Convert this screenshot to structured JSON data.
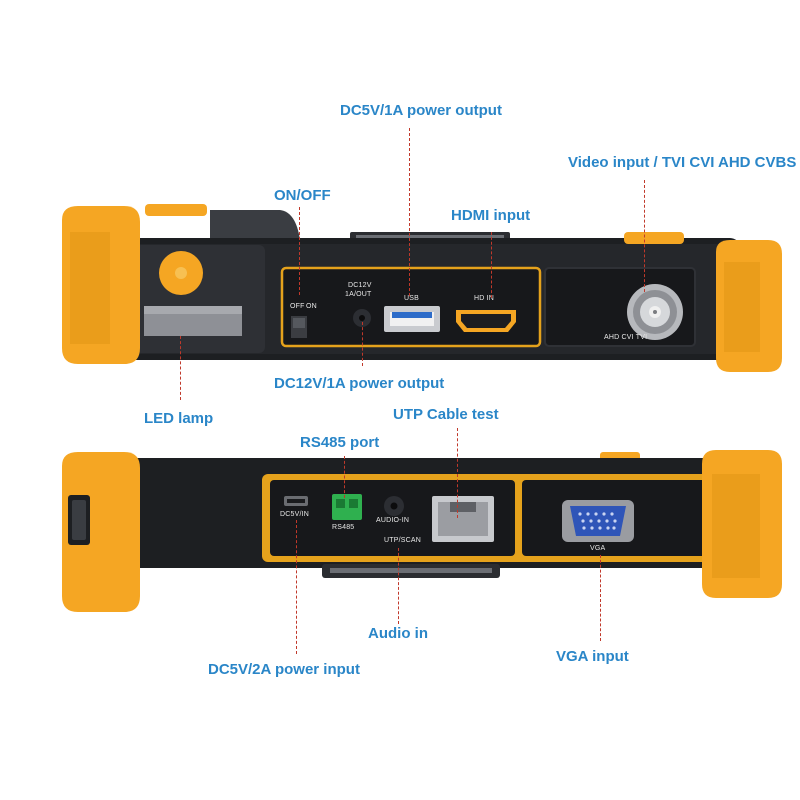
{
  "callouts": {
    "dc5v_out": "DC5V/1A power output",
    "video_in": "Video input / TVI CVI AHD CVBS",
    "onoff": "ON/OFF",
    "hdmi": "HDMI input",
    "dc12v_out": "DC12V/1A power output",
    "led": "LED lamp",
    "utp": "UTP Cable test",
    "rs485": "RS485 port",
    "audio": "Audio in",
    "dc5v_in": "DC5V/2A power input",
    "vga": "VGA input"
  },
  "port_labels": {
    "off": "OFF",
    "on": "ON",
    "dc12v": "DC12V",
    "dc12v_sub": "1A/OUT",
    "usb": "USB",
    "hdin": "HD IN",
    "bnc": "AHD CVI TVI",
    "dc5vin": "DC5V/IN",
    "rs485": "RS485",
    "audioin": "AUDIO-IN",
    "utpscan": "UTP/SCAN",
    "vga": "VGA"
  },
  "colors": {
    "callout": "#2a86c8",
    "body": "#1d1f22",
    "bumper": "#f5a623",
    "trim": "#e5a21c",
    "leader": "#c0392b"
  }
}
